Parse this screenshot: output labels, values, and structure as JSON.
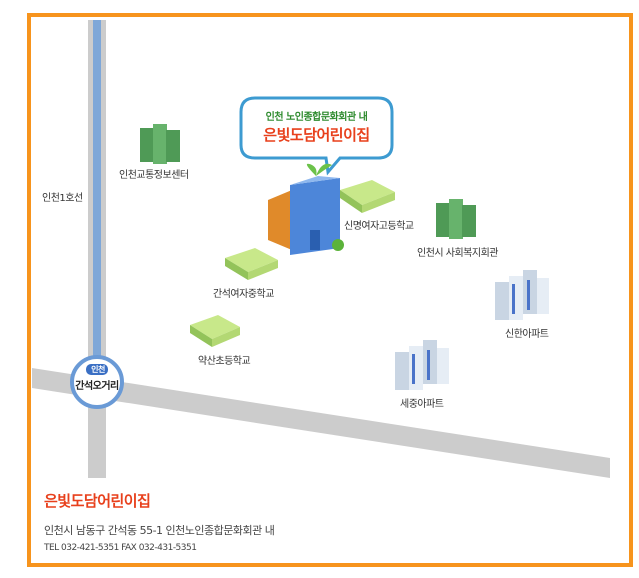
{
  "map": {
    "subway_line": "인천1호선",
    "station": {
      "line_badge": "인천",
      "name": "간석오거리"
    },
    "bubble": {
      "subtitle": "인천 노인종합문화회관 내",
      "title": "은빛도담어린이집"
    },
    "landmarks": [
      {
        "name": "인천교통정보센터",
        "icon": "office-building-icon"
      },
      {
        "name": "신명여자고등학교",
        "icon": "school-icon"
      },
      {
        "name": "인천시 사회복지회관",
        "icon": "office-building-icon"
      },
      {
        "name": "간석여자중학교",
        "icon": "school-icon"
      },
      {
        "name": "약산초등학교",
        "icon": "school-icon"
      },
      {
        "name": "신한아파트",
        "icon": "apartment-icon"
      },
      {
        "name": "세중아파트",
        "icon": "apartment-icon"
      }
    ]
  },
  "footer": {
    "name": "은빛도담어린이집",
    "address": "인천시 남동구 간석동 55-1 인천노인종합문화회관 내",
    "contact": "TEL 032-421-5351 FAX 032-431-5351"
  },
  "colors": {
    "frame": "#f7941d",
    "road": "#cccccc",
    "rail": "#7ea7d8",
    "title": "#e8401c",
    "subtitle": "#2e8b2e"
  }
}
